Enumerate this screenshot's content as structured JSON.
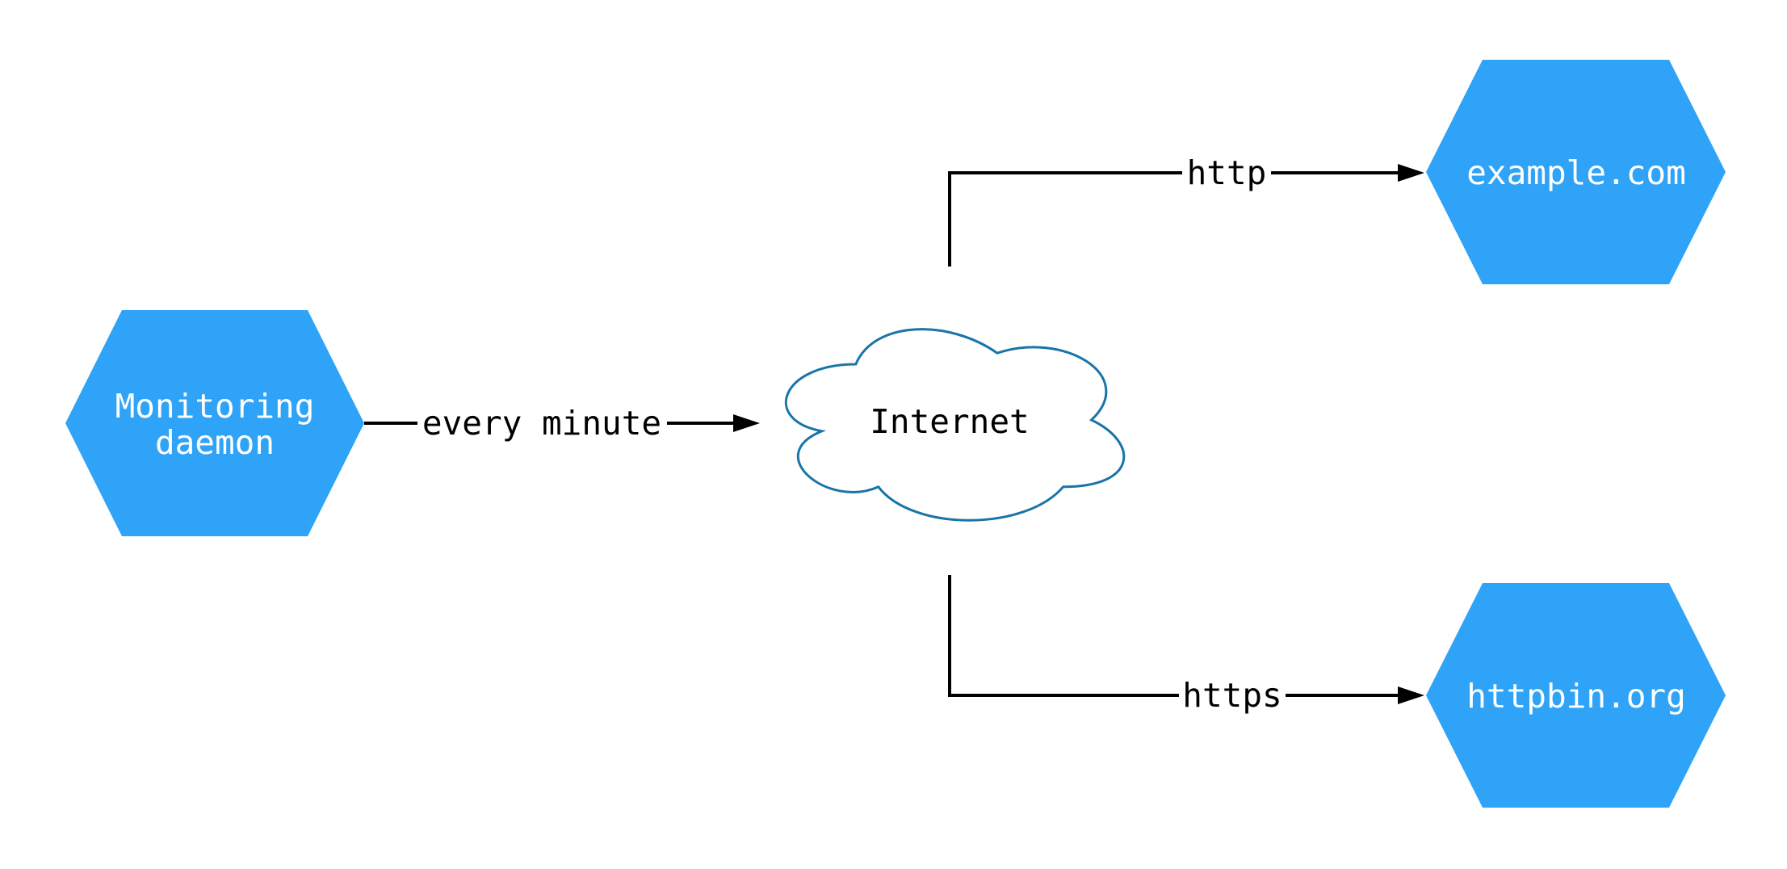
{
  "diagram": {
    "background_color": "#ffffff",
    "edge_color": "#000000",
    "nodes": {
      "monitoring_daemon": {
        "shape": "hexagon",
        "label_line1": "Monitoring",
        "label_line2": "daemon",
        "fill": "#2FA3F7",
        "text_color": "#ffffff"
      },
      "internet": {
        "shape": "cloud",
        "label": "Internet",
        "fill": "#ffffff",
        "stroke": "#1974A8",
        "text_color": "#000000"
      },
      "example_com": {
        "shape": "hexagon",
        "label": "example.com",
        "fill": "#2FA3F7",
        "text_color": "#ffffff"
      },
      "httpbin_org": {
        "shape": "hexagon",
        "label": "httpbin.org",
        "fill": "#2FA3F7",
        "text_color": "#ffffff"
      }
    },
    "edges": {
      "every_minute": {
        "label": "every minute",
        "from": "monitoring_daemon",
        "to": "internet"
      },
      "http": {
        "label": "http",
        "from": "internet",
        "to": "example_com"
      },
      "https": {
        "label": "https",
        "from": "internet",
        "to": "httpbin_org"
      }
    }
  }
}
